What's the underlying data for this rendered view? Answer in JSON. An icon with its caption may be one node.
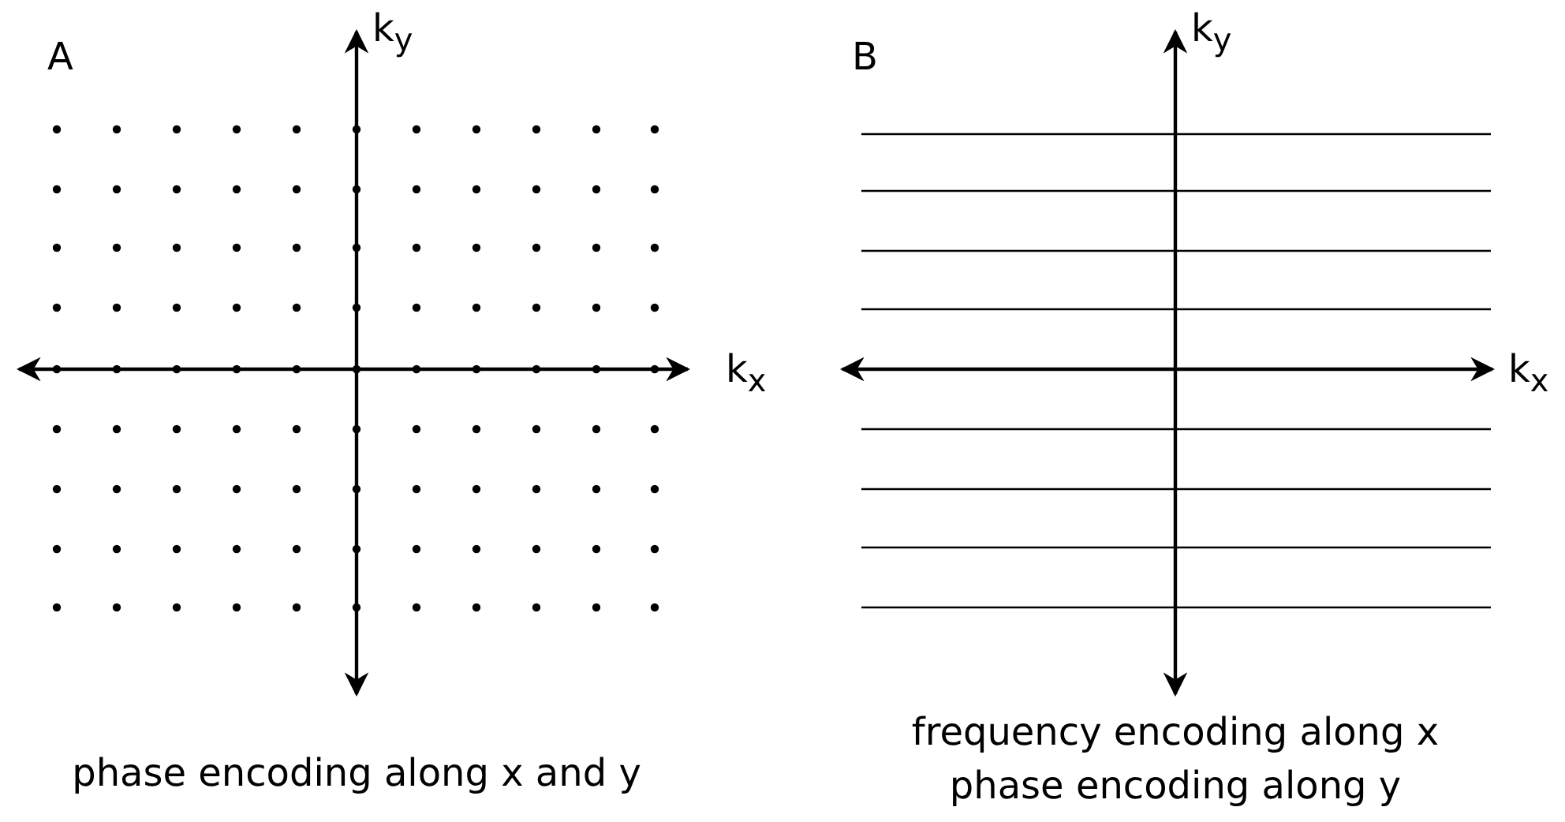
{
  "diagram": {
    "labels": [
      "A",
      "k$_{y}$",
      "B",
      "k$_{y}$",
      "k$_{x}$",
      "k$_{x}$",
      "phase encoding along x and y",
      "frequency encoding along x",
      "phase encoding along y"
    ]
  }
}
